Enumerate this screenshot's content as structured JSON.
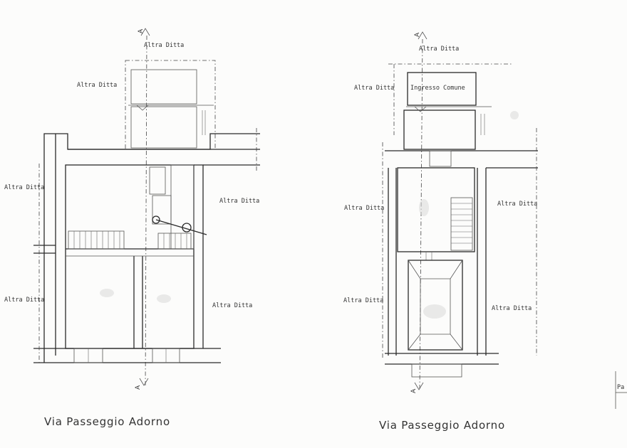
{
  "labels": {
    "altra_ditta": "Altra Ditta",
    "ingresso_comune": "Ingresso Comune",
    "street": "Via Passeggio Adorno",
    "section_mark": "A",
    "edge_cut": "Pa"
  }
}
